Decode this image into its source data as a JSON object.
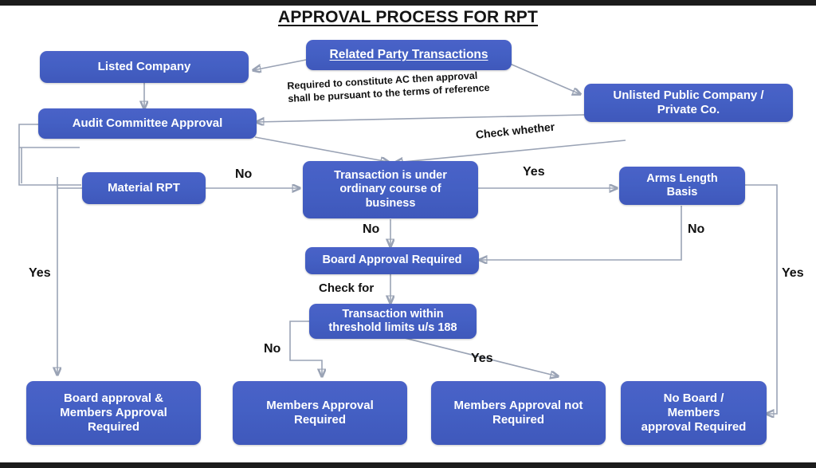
{
  "title": "APPROVAL PROCESS FOR RPT",
  "nodes": {
    "related_party_transactions": "Related Party Transactions",
    "listed_company": "Listed Company",
    "unlisted_public_company": "Unlisted Public Company /\nPrivate Co.",
    "audit_committee_approval": "Audit Committee Approval",
    "material_rpt": "Material RPT",
    "ordinary_course": "Transaction is under\nordinary course of\nbusiness",
    "arms_length_basis": "Arms Length\nBasis",
    "board_approval_required": "Board Approval Required",
    "threshold_limits": "Transaction within\nthreshold limits u/s 188",
    "board_and_members_approval": "Board approval &\nMembers Approval\nRequired",
    "members_approval_required": "Members Approval\nRequired",
    "members_approval_not_required": "Members Approval not\nRequired",
    "no_board_members_approval": "No Board /\nMembers\napproval Required"
  },
  "edge_labels": {
    "constitute_ac_note": "Required to constitute AC then approval\nshall be pursuant to the terms of reference",
    "check_whether": "Check whether",
    "material_rpt_no": "No",
    "ordinary_course_yes": "Yes",
    "ordinary_course_no": "No",
    "arms_length_no": "No",
    "check_for": "Check for",
    "threshold_no": "No",
    "threshold_yes": "Yes",
    "material_rpt_yes": "Yes",
    "arms_length_yes": "Yes"
  },
  "colors": {
    "node_fill": "#4460c4",
    "node_text": "#ffffff",
    "title_text": "#141414",
    "connector": "#9aa3b5",
    "label_text": "#111111",
    "background": "#ffffff",
    "band": "#1c1c1c"
  }
}
